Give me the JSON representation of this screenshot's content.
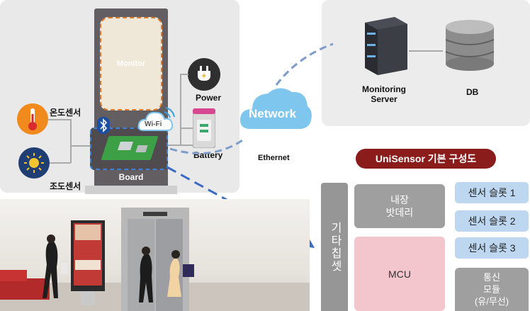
{
  "kiosk": {
    "monitor_label": "Monitor",
    "board_label": "Board",
    "wifi_label": "Wi-Fi"
  },
  "peripherals": {
    "power_label": "Power",
    "battery_label": "Battery"
  },
  "sensors": {
    "temperature_label": "온도센서",
    "illuminance_label": "조도센서"
  },
  "network": {
    "cloud_label": "Network",
    "ethernet_label": "Ethernet"
  },
  "server": {
    "monitoring_server_label_line1": "Monitoring",
    "monitoring_server_label_line2": "Server",
    "db_label": "DB"
  },
  "unisensor": {
    "title": "UniSensor 기본 구성도",
    "side_bar": "기타칩셋",
    "battery_line1": "내장",
    "battery_line2": "밧데리",
    "mcu": "MCU",
    "slots": [
      "센서 슬롯 1",
      "센서 슬롯 2",
      "센서 슬롯 3"
    ],
    "comm_line1": "통신",
    "comm_line2": "모듈",
    "comm_line3": "(유/무선)"
  },
  "colors": {
    "monitor_dash": "#e07a2a",
    "board_dash": "#3f7fd4",
    "title_pill": "#8a1c1c",
    "mcu_fill": "#f2c6cc",
    "slot_fill": "#bcd7ef",
    "cloud": "#7fc6ee"
  }
}
